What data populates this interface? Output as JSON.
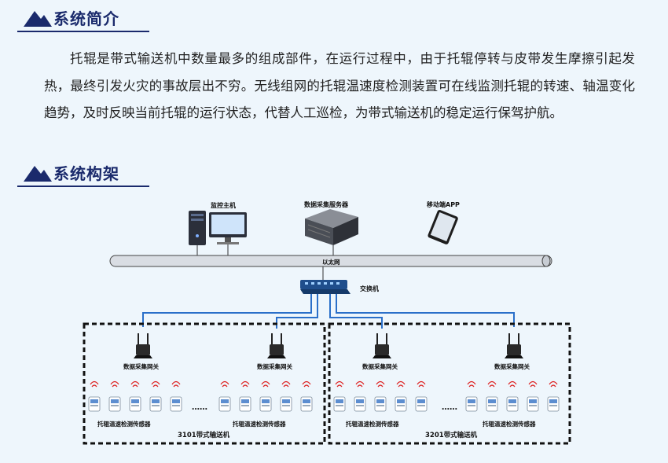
{
  "sections": {
    "intro_title": "系统简介",
    "arch_title": "系统构架"
  },
  "intro_text": "托辊是带式输送机中数量最多的组成部件，在运行过程中，由于托辊停转与皮带发生摩擦引起发热，最终引发火灾的事故层出不穷。无线组网的托辊温速度检测装置可在线监测托辊的转速、轴温变化趋势，及时反映当前托辊的运行状态，代替人工巡检，为带式输送机的稳定运行保驾护航。",
  "diagram": {
    "monitor_host": "监控主机",
    "data_server": "数据采集服务器",
    "mobile_app": "移动端APP",
    "ethernet": "以太网",
    "switch": "交换机",
    "gateway_label": "数据采集网关",
    "sensor_label": "托辊温速检测传感器",
    "ellipsis": "……",
    "conveyor_left": "3101带式输送机",
    "conveyor_right": "3201带式输送机"
  },
  "colors": {
    "title_navy": "#1a2a6c",
    "link_blue": "#2a6fc9",
    "background": "#eef6fc"
  }
}
